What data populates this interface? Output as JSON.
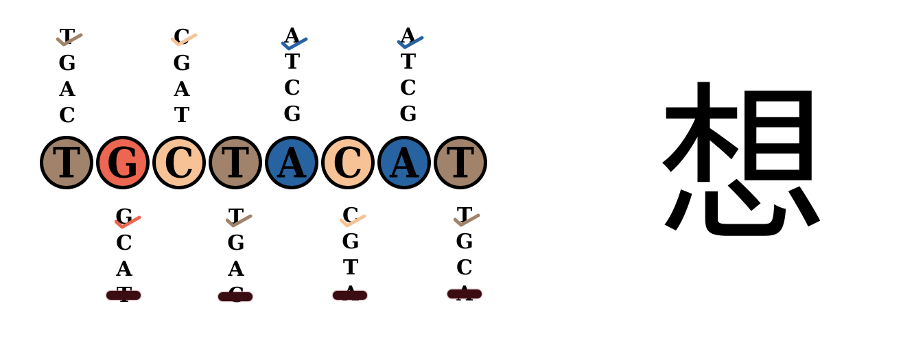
{
  "colors": {
    "T": "#a0836a",
    "G": "#ec6652",
    "C": "#f7c396",
    "A": "#2763a0",
    "strike": "#3b0c12"
  },
  "strand": [
    {
      "base": "T",
      "color": "#a0836a"
    },
    {
      "base": "G",
      "color": "#ec6652"
    },
    {
      "base": "C",
      "color": "#f7c396"
    },
    {
      "base": "T",
      "color": "#a0836a"
    },
    {
      "base": "A",
      "color": "#2763a0"
    },
    {
      "base": "C",
      "color": "#f7c396"
    },
    {
      "base": "A",
      "color": "#2763a0"
    },
    {
      "base": "T",
      "color": "#a0836a"
    }
  ],
  "top_columns": [
    {
      "letters": [
        "T",
        "G",
        "A",
        "C"
      ],
      "check_color": "#a0836a"
    },
    {
      "letters": [
        "C",
        "G",
        "A",
        "T"
      ],
      "check_color": "#f7c396"
    },
    {
      "letters": [
        "A",
        "T",
        "C",
        "G"
      ],
      "check_color": "#2763a0"
    },
    {
      "letters": [
        "A",
        "T",
        "C",
        "G"
      ],
      "check_color": "#2763a0"
    }
  ],
  "bottom_columns": [
    {
      "letters": [
        "G",
        "C",
        "A",
        "T"
      ],
      "check_color": "#ec6652"
    },
    {
      "letters": [
        "T",
        "G",
        "A",
        "C"
      ],
      "check_color": "#a0836a"
    },
    {
      "letters": [
        "C",
        "G",
        "T",
        "A"
      ],
      "check_color": "#f7c396"
    },
    {
      "letters": [
        "T",
        "G",
        "C",
        "A"
      ],
      "check_color": "#a0836a"
    }
  ],
  "character": "想"
}
